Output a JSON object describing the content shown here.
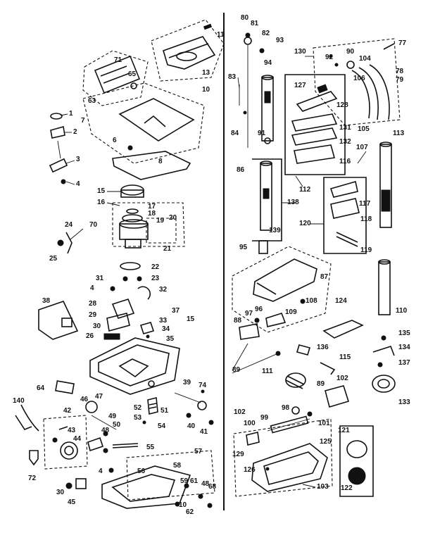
{
  "diagram": {
    "labels": {
      "p1": "1",
      "p2": "2",
      "p3": "3",
      "p4": "4",
      "p6": "6",
      "p7": "7",
      "p8": "8",
      "p10": "10",
      "p11": "11",
      "p13": "13",
      "p15": "15",
      "p16": "16",
      "p17": "17",
      "p18": "18",
      "p19": "19",
      "p20": "20",
      "p21": "21",
      "p22": "22",
      "p23": "23",
      "p24": "24",
      "p25": "25",
      "p26": "26",
      "p28": "28",
      "p29": "29",
      "p30": "30",
      "p31": "31",
      "p32": "32",
      "p33": "33",
      "p34": "34",
      "p35": "35",
      "p37": "37",
      "p38": "38",
      "p39": "39",
      "p40": "40",
      "p41": "41",
      "p42": "42",
      "p43": "43",
      "p44": "44",
      "p45": "45",
      "p46": "46",
      "p47": "47",
      "p48": "48",
      "p49": "49",
      "p50": "50",
      "p51": "51",
      "p52": "52",
      "p53": "53",
      "p54": "54",
      "p55": "55",
      "p56": "56",
      "p57": "57",
      "p58": "58",
      "p59": "59",
      "p61": "61",
      "p62": "62",
      "p63": "63",
      "p64": "64",
      "p65": "65",
      "p68": "68",
      "p70": "70",
      "p71": "71",
      "p72": "72",
      "p74": "74",
      "p77": "77",
      "p78": "78",
      "p79": "79",
      "p80": "80",
      "p81": "81",
      "p82": "82",
      "p83": "83",
      "p84": "84",
      "p86": "86",
      "p87": "87",
      "p88": "88",
      "p89": "89",
      "p90": "90",
      "p91": "91",
      "p92": "92",
      "p93": "93",
      "p94": "94",
      "p95": "95",
      "p96": "96",
      "p97": "97",
      "p98": "98",
      "p99": "99",
      "p100": "100",
      "p101": "101",
      "p102": "102",
      "p103": "103",
      "p104": "104",
      "p105": "105",
      "p106": "106",
      "p107": "107",
      "p108": "108",
      "p109": "109",
      "p110": "110",
      "p111": "111",
      "p112": "112",
      "p113": "113",
      "p115": "115",
      "p116": "116",
      "p117": "117",
      "p118": "118",
      "p119": "119",
      "p120": "120",
      "p121": "121",
      "p122": "122",
      "p124": "124",
      "p125": "125",
      "p126": "126",
      "p127": "127",
      "p128": "128",
      "p129": "129",
      "p130": "130",
      "p131": "131",
      "p132": "132",
      "p133": "133",
      "p134": "134",
      "p135": "135",
      "p136": "136",
      "p137": "137",
      "p138": "138",
      "p139": "139",
      "p140": "140",
      "p15b": "15"
    }
  }
}
